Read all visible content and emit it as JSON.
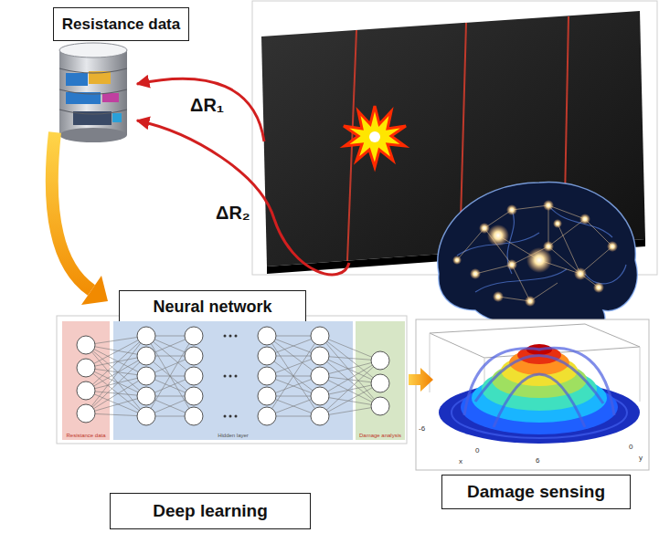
{
  "diagram": {
    "nodes": [
      {
        "text": [
          "Resistance data"
        ]
      },
      {
        "text": [
          "Neural network"
        ]
      },
      {
        "text": [
          "Resistance data"
        ]
      },
      {
        "text": [
          "Hidden layer"
        ]
      },
      {
        "text": [
          "Damage analysis"
        ]
      },
      {
        "text": [
          "Deep learning"
        ]
      },
      {
        "text": [
          "Damage sensing"
        ]
      }
    ],
    "labels": [
      "ΔR₁",
      "ΔR₂",
      "-6",
      "0",
      "x",
      "6",
      "0",
      "y"
    ]
  }
}
